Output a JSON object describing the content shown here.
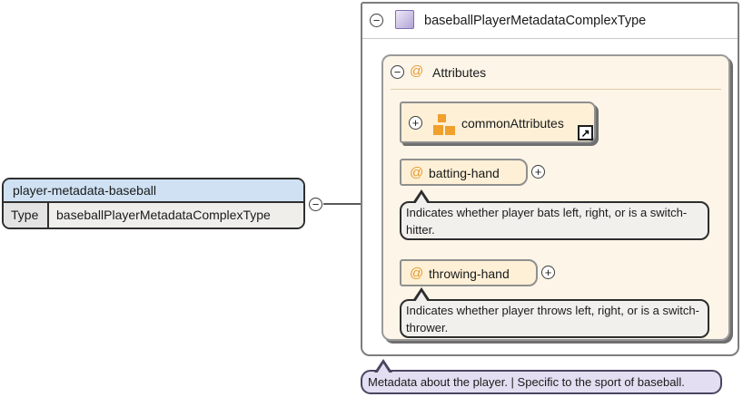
{
  "icons": {
    "collapse": "−",
    "expand": "+",
    "at": "@",
    "open_link": "↗"
  },
  "colors": {
    "element_header_blue": "#cfe1f3",
    "attributes_panel_cream": "#fdf5e8",
    "attribute_node_cream": "#fdf0d6",
    "accent_orange": "#e59a2e",
    "doc_bubble_gray": "#f2f0ed",
    "note_lavender": "#e3def1",
    "complextype_icon_purple": "#b2a2d6"
  },
  "left_node": {
    "name": "player-metadata-baseball",
    "type_label": "Type",
    "type_value": "baseballPlayerMetadataComplexType"
  },
  "main_box": {
    "title": "baseballPlayerMetadataComplexType",
    "attributes": {
      "label": "Attributes",
      "group": {
        "name": "commonAttributes"
      },
      "items": [
        {
          "name": "batting-hand",
          "doc": "Indicates whether player bats left, right, or is a switch-hitter."
        },
        {
          "name": "throwing-hand",
          "doc": "Indicates whether player throws left, right, or is a switch-thrower."
        }
      ]
    }
  },
  "footer_note": "Metadata about the player. | Specific to the sport of baseball."
}
